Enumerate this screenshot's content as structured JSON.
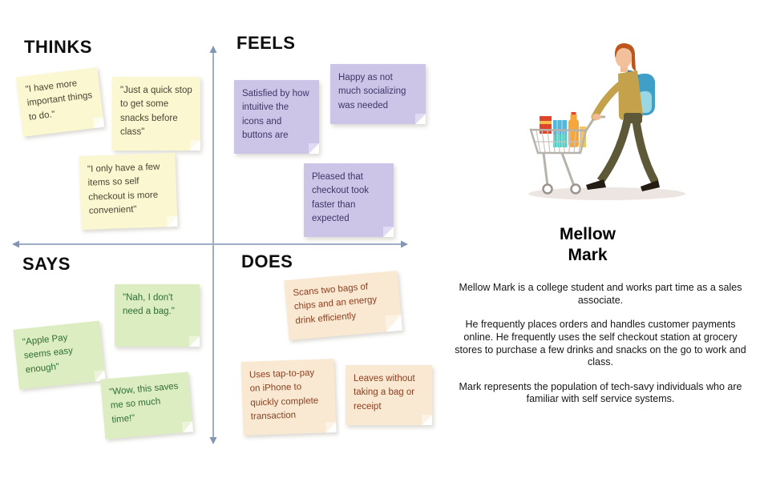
{
  "colors": {
    "note_yellow": "#fbf7d0",
    "note_purple": "#cdc5e8",
    "note_green": "#ddedc2",
    "note_peach": "#f9e8d2",
    "note_yellow_text": "#4a4435",
    "note_purple_text": "#3c3666",
    "note_green_text": "#2f6d35",
    "note_peach_text": "#8c3f20",
    "axis": "#93a5bf",
    "heading": "#0d0d0d"
  },
  "map": {
    "quadrants": {
      "thinks": "THINKS",
      "feels": "FEELS",
      "says": "SAYS",
      "does": "DOES"
    },
    "notes": [
      {
        "quadrant": "THINKS",
        "color": "yellow",
        "text": "\"I have more important things to do.\""
      },
      {
        "quadrant": "THINKS",
        "color": "yellow",
        "text": "\"Just a quick stop to get some snacks before class\""
      },
      {
        "quadrant": "THINKS",
        "color": "yellow",
        "text": "\"I only have a few items so self checkout is more convenient\""
      },
      {
        "quadrant": "FEELS",
        "color": "purple",
        "text": "Satisfied by how intuitive the icons and buttons are"
      },
      {
        "quadrant": "FEELS",
        "color": "purple",
        "text": "Happy as not much socializing was needed"
      },
      {
        "quadrant": "FEELS",
        "color": "purple",
        "text": "Pleased that checkout took faster than expected"
      },
      {
        "quadrant": "SAYS",
        "color": "green",
        "text": "\"Nah, I don't need a bag.\""
      },
      {
        "quadrant": "SAYS",
        "color": "green",
        "text": "\"Apple Pay seems easy enough\""
      },
      {
        "quadrant": "SAYS",
        "color": "green",
        "text": "\"Wow, this saves me so much time!\""
      },
      {
        "quadrant": "DOES",
        "color": "peach",
        "text": "Scans two bags of chips and an energy drink efficiently"
      },
      {
        "quadrant": "DOES",
        "color": "peach",
        "text": "Uses tap-to-pay on iPhone to quickly complete transaction"
      },
      {
        "quadrant": "DOES",
        "color": "peach",
        "text": "Leaves without taking a bag or receipt"
      }
    ]
  },
  "persona": {
    "name_lines": [
      "Mellow",
      "Mark"
    ],
    "illustration": "man-pushing-shopping-cart-with-groceries",
    "paragraphs": [
      "Mellow Mark is a college student and works part time as a sales associate.",
      "He frequently places orders and handles customer payments online. He frequently uses the self checkout station at grocery stores to purchase a few drinks and snacks on the go to work and class.",
      "Mark represents the population of tech-savy individuals who are familiar with self service systems."
    ]
  }
}
